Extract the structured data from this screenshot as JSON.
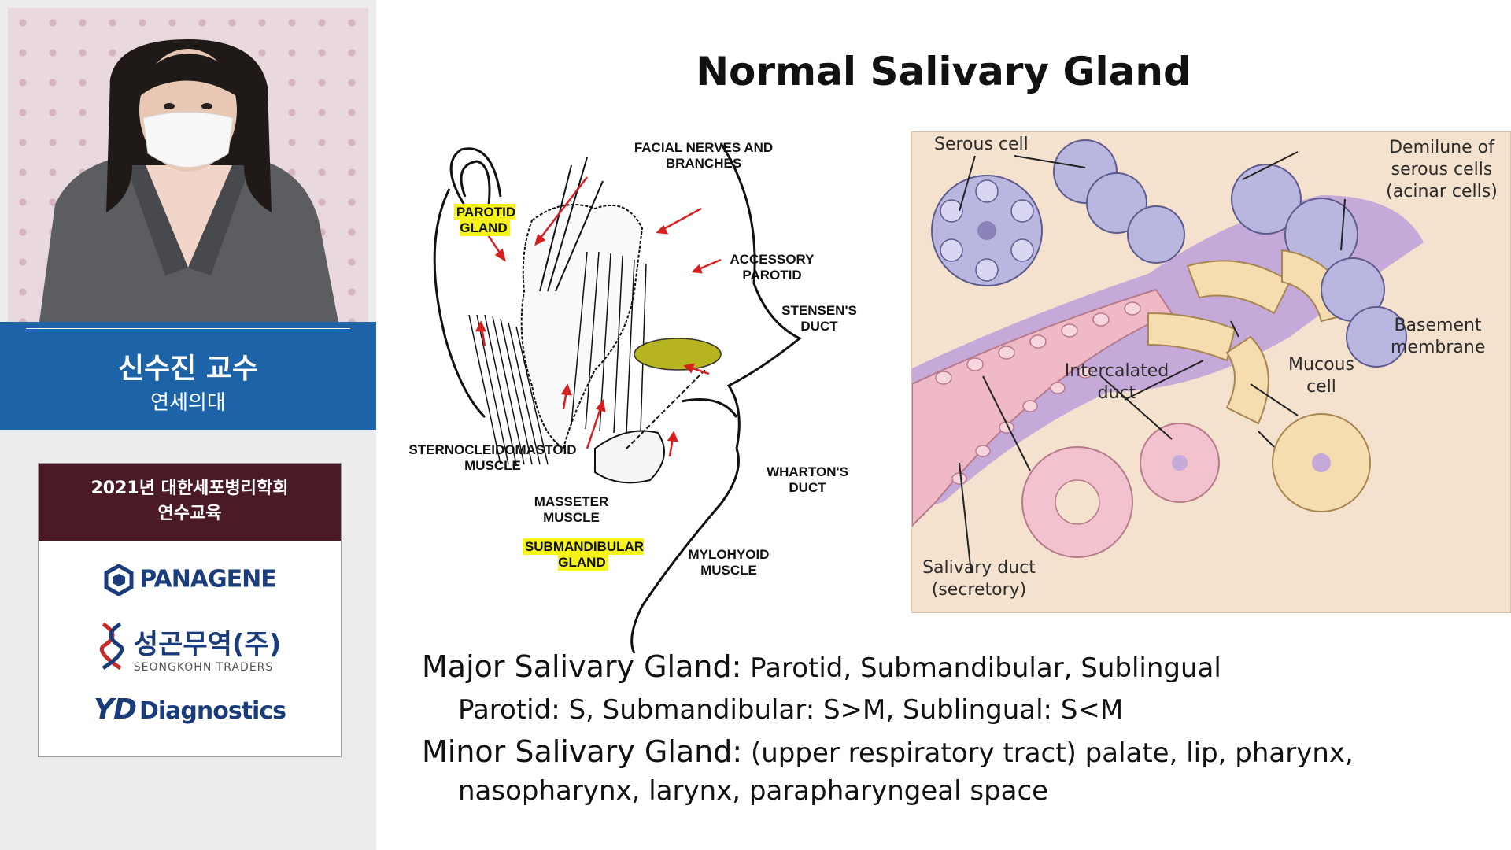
{
  "speaker": {
    "name": "신수진 교수",
    "affiliation": "연세의대"
  },
  "sponsor": {
    "header_line1": "2021년 대한세포병리학회",
    "header_line2": "연수교육",
    "logos": {
      "panagene": "PANAGENE",
      "seongkohn_ko": "성곤무역(주)",
      "seongkohn_en": "SEONGKOHN TRADERS",
      "yd_mark": "YD",
      "yd_text": "Diagnostics"
    }
  },
  "slide": {
    "title": "Normal Salivary Gland",
    "anatomy_labels": {
      "facial_nerves": "FACIAL NERVES AND BRANCHES",
      "parotid_gland": "PAROTID GLAND",
      "accessory_parotid": "ACCESSORY PAROTID",
      "stensens_duct": "STENSEN'S DUCT",
      "sternocleidomastoid": "STERNOCLEIDOMASTOID MUSCLE",
      "masseter": "MASSETER MUSCLE",
      "whartons_duct": "WHARTON'S DUCT",
      "submandibular_gland": "SUBMANDIBULAR GLAND",
      "mylohyoid": "MYLOHYOID MUSCLE"
    },
    "histology_labels": {
      "serous_cell": "Serous cell",
      "demilune": "Demilune of serous cells (acinar cells)",
      "basement_membrane": "Basement membrane",
      "intercalated_duct": "Intercalated duct",
      "mucous_cell": "Mucous cell",
      "salivary_duct": "Salivary duct (secretory)"
    },
    "text_lines": {
      "major_label": "Major Salivary Gland:",
      "major_value": " Parotid, Submandibular, Sublingual",
      "major_detail": "Parotid: S,  Submandibular: S>M,  Sublingual: S<M",
      "minor_label": "Minor Salivary Gland:",
      "minor_value": " (upper respiratory tract) palate, lip, pharynx,",
      "minor_value2": "nasopharynx, larynx, parapharyngeal space"
    }
  },
  "colors": {
    "banner_blue": "#1d63a8",
    "sponsor_header": "#4a1a26",
    "highlight_yellow": "#f4f21a",
    "histology_bg": "#f4e2cf",
    "serous_purple": "#b9b6e0",
    "mucous_yellow": "#f6ddb0",
    "duct_pink": "#f2c3cf"
  }
}
